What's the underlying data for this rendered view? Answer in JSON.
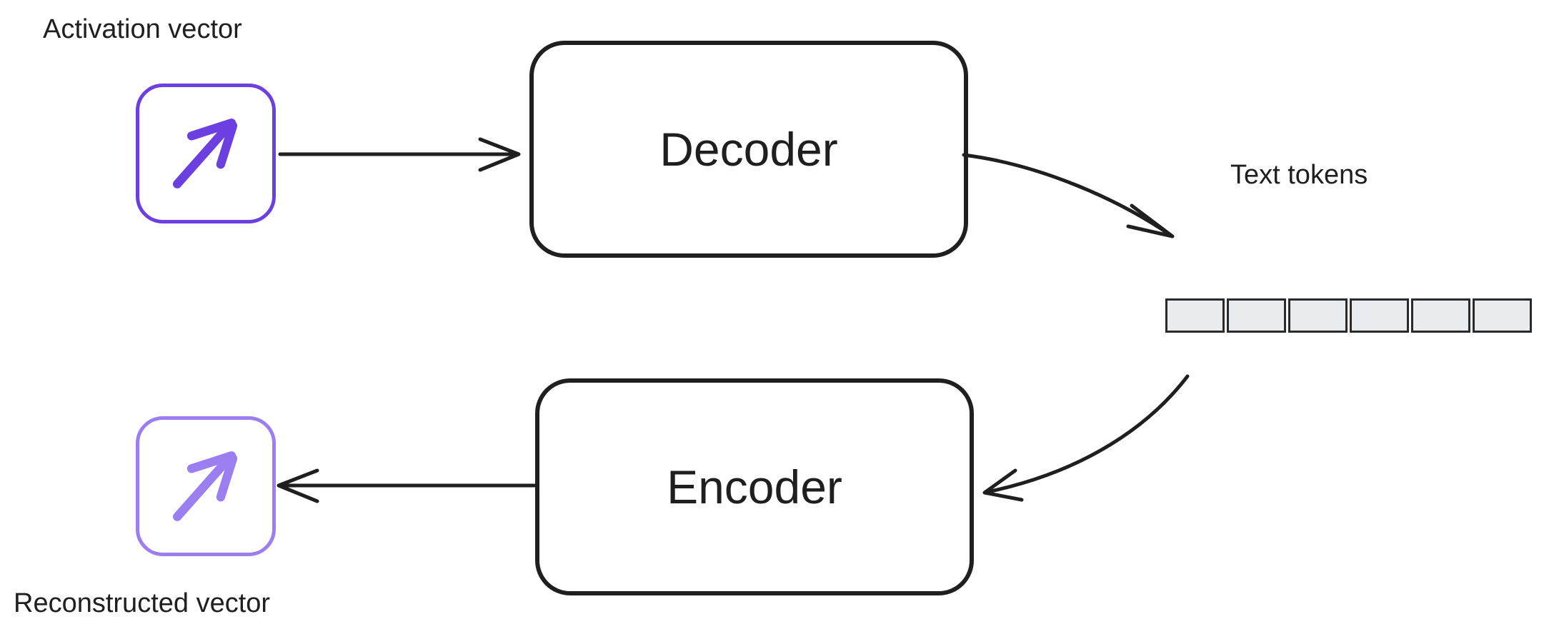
{
  "diagram": {
    "title_implied": "Activation vector decode/encode round trip",
    "colors": {
      "activation_border": "#6B3FE0",
      "reconstructed_border": "#9B7FF0",
      "arrow_stroke": "#1f1f1f",
      "token_fill": "#e8ecef",
      "token_border": "#2a2a2a",
      "text": "#1f1f1f",
      "background": "#ffffff"
    },
    "labels": {
      "activation_vector": "Activation vector",
      "text_tokens": "Text tokens",
      "reconstructed_vector": "Reconstructed vector"
    },
    "nodes": [
      {
        "id": "decoder",
        "label": "Decoder",
        "shape": "rounded-rect"
      },
      {
        "id": "encoder",
        "label": "Encoder",
        "shape": "rounded-rect"
      }
    ],
    "vector_boxes": [
      {
        "id": "activation",
        "icon": "diagonal-arrow-up-right-icon",
        "caption": "Activation vector"
      },
      {
        "id": "reconstructed",
        "icon": "diagonal-arrow-up-right-icon",
        "caption": "Reconstructed vector"
      }
    ],
    "tokens": {
      "count": 6,
      "cells": [
        "",
        "",
        "",
        "",
        "",
        ""
      ]
    },
    "edges": [
      {
        "id": "activation-to-decoder",
        "from": "activation",
        "to": "decoder",
        "style": "straight",
        "direction": "right"
      },
      {
        "id": "decoder-to-tokens",
        "from": "decoder",
        "to": "text-tokens",
        "style": "curved",
        "direction": "down-right"
      },
      {
        "id": "tokens-to-encoder",
        "from": "text-tokens",
        "to": "encoder",
        "style": "curved",
        "direction": "down-left"
      },
      {
        "id": "encoder-to-reconstructed",
        "from": "encoder",
        "to": "reconstructed",
        "style": "straight",
        "direction": "left"
      }
    ]
  }
}
